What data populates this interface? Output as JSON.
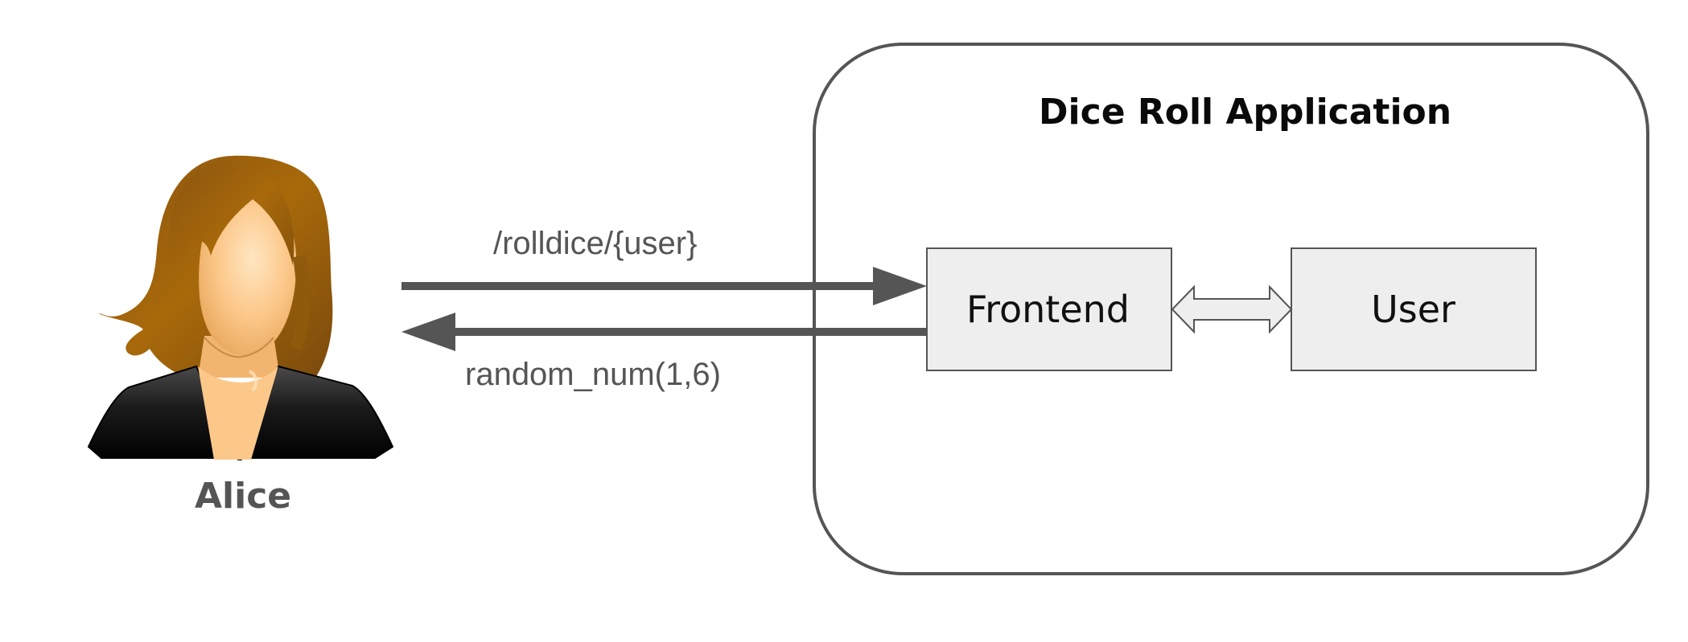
{
  "diagram": {
    "title": "Dice Roll Application",
    "actor": {
      "name": "Alice",
      "icon": "woman-avatar-icon"
    },
    "components": {
      "frontend": "Frontend",
      "user": "User"
    },
    "messages": {
      "request": "/rolldice/{user}",
      "response": "random_num(1,6)"
    },
    "connections": [
      {
        "from": "Alice",
        "to": "Frontend",
        "label": "/rolldice/{user}",
        "direction": "forward"
      },
      {
        "from": "Frontend",
        "to": "Alice",
        "label": "random_num(1,6)",
        "direction": "forward"
      },
      {
        "from": "Frontend",
        "to": "User",
        "label": "",
        "direction": "bidirectional"
      }
    ],
    "colors": {
      "arrow": "#555555",
      "box_fill": "#eeeeee",
      "box_stroke": "#555555",
      "hair": "#a8690a",
      "skin": "#fcc88a",
      "jacket": "#111111"
    }
  }
}
